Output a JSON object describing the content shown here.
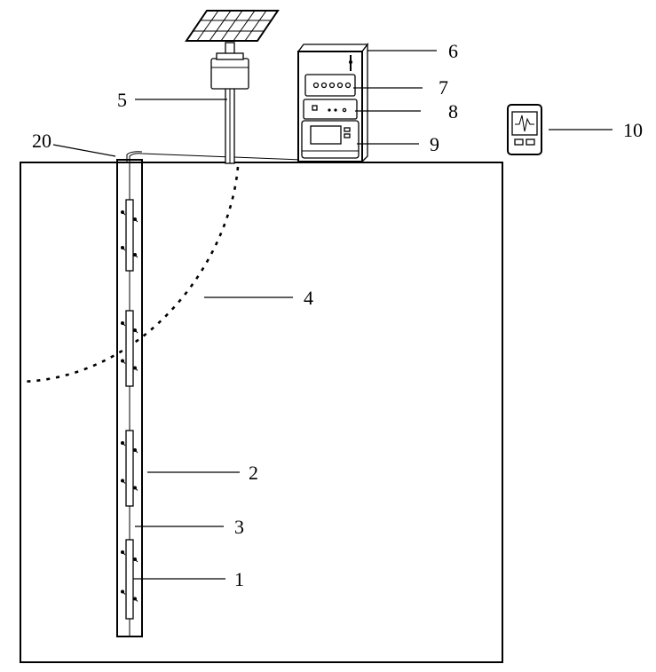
{
  "labels": {
    "l1": "1",
    "l2": "2",
    "l3": "3",
    "l4": "4",
    "l5": "5",
    "l6": "6",
    "l7": "7",
    "l8": "8",
    "l9": "9",
    "l10": "10",
    "l20": "20"
  }
}
